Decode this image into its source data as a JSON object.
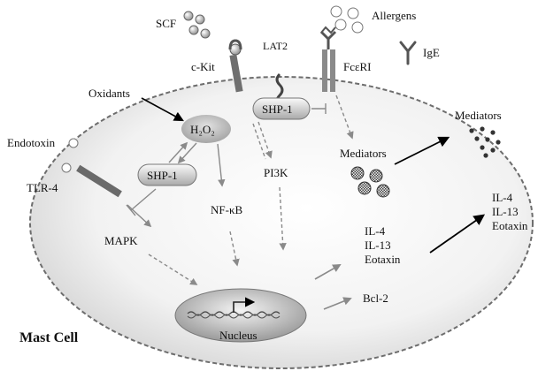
{
  "labels": {
    "scf": "SCF",
    "allergens": "Allergens",
    "ige": "IgE",
    "ckit": "c-Kit",
    "lat2": "LAT2",
    "fceri": "FcεRI",
    "oxidants": "Oxidants",
    "h2o2": "H₂O₂",
    "shp1_top": "SHP-1",
    "shp1_left": "SHP-1",
    "endotoxin": "Endotoxin",
    "tlr4": "TLR-4",
    "pi3k": "PI3K",
    "nfkb": "NF-κB",
    "mapk": "MAPK",
    "mediators_inside": "Mediators",
    "mediators_outside": "Mediators",
    "il4_in": "IL-4",
    "il13_in": "IL-13",
    "eotaxin_in": "Eotaxin",
    "il4_out": "IL-4",
    "il13_out": "IL-13",
    "eotaxin_out": "Eotaxin",
    "bcl2": "Bcl-2",
    "nucleus": "Nucleus",
    "mast_cell": "Mast Cell"
  }
}
